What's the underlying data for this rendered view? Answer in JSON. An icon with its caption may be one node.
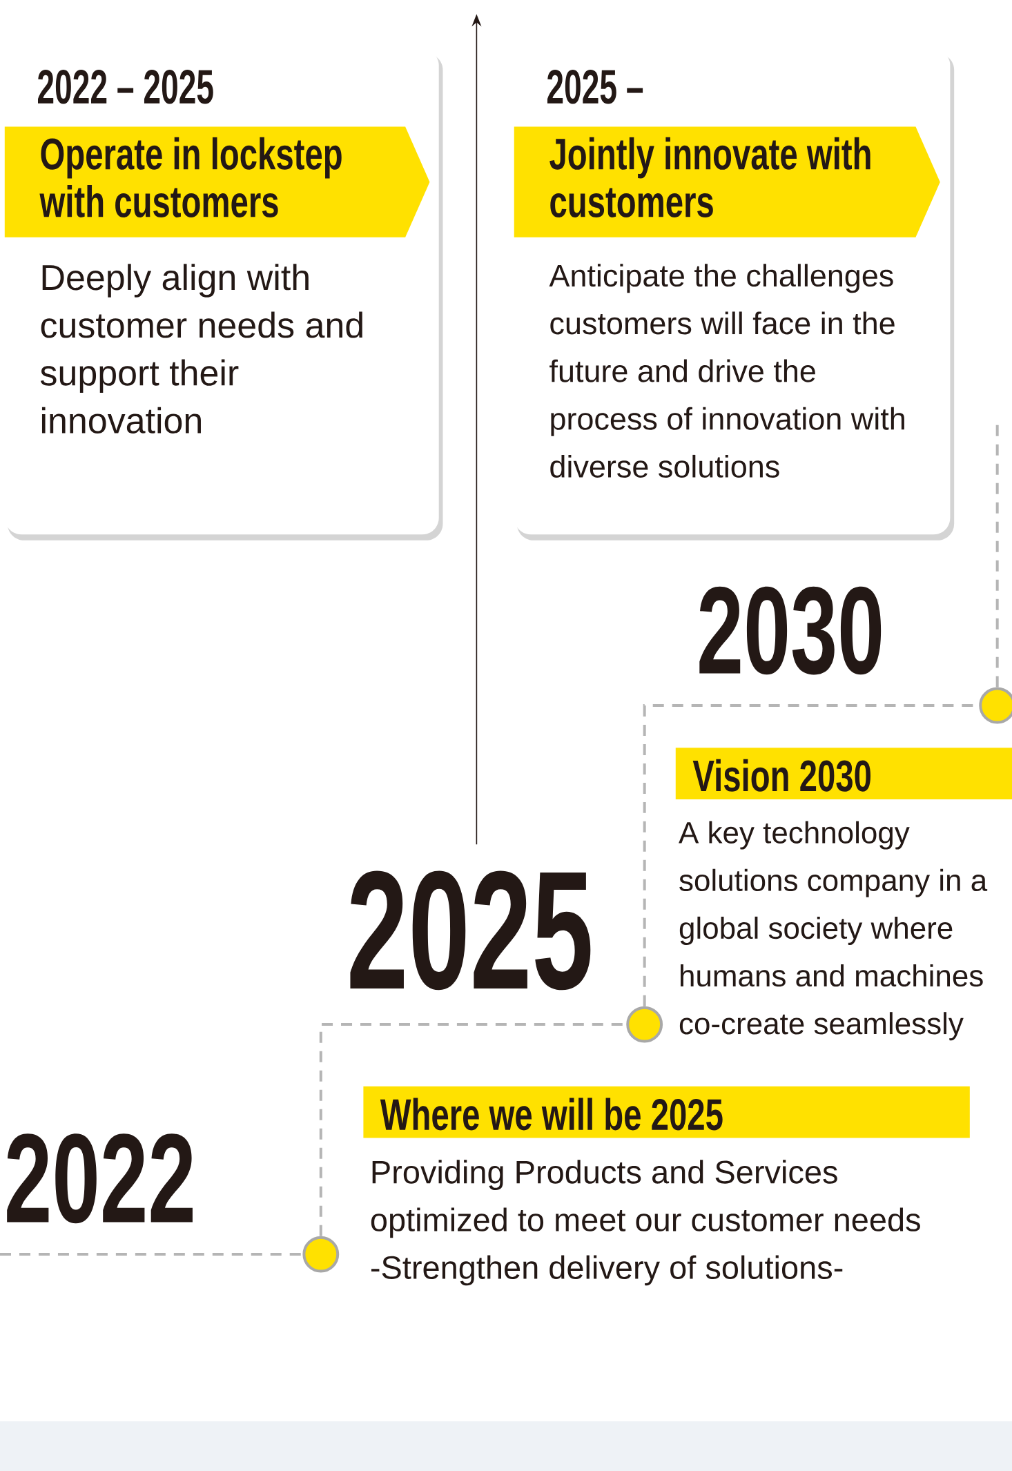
{
  "diagram": {
    "nodes": [
      {
        "text": [
          "2022 – 2025",
          "Operate in lockstep with customers",
          "Deeply align with customer needs and support their innovation"
        ]
      },
      {
        "text": [
          "2025 –",
          "Jointly innovate with customers",
          "Anticipate the challenges customers will face in the future and drive the process of innovation with diverse solutions"
        ]
      },
      {
        "text": [],
        "shape": "circle"
      },
      {
        "text": [],
        "shape": "circle"
      },
      {
        "text": [],
        "shape": "circle"
      },
      {
        "text": [
          "Vision 2030",
          "A key technology solutions company in a global society where humans and machines co-create seamlessly"
        ]
      },
      {
        "text": [
          "Where we will be 2025",
          "Providing Products and Services optimized to meet our customer needs -Strengthen delivery of solutions-"
        ]
      }
    ],
    "edges": [
      {
        "from": null,
        "to": 2,
        "arrow": "none",
        "style": "dashed"
      },
      {
        "from": 2,
        "to": 3,
        "arrow": "none",
        "style": "dashed"
      },
      {
        "from": 3,
        "to": 4,
        "arrow": "none",
        "style": "dashed"
      },
      {
        "from": 4,
        "to": null,
        "arrow": "none",
        "style": "dashed"
      }
    ],
    "labels": [
      "2030",
      "2025",
      "2022"
    ]
  }
}
